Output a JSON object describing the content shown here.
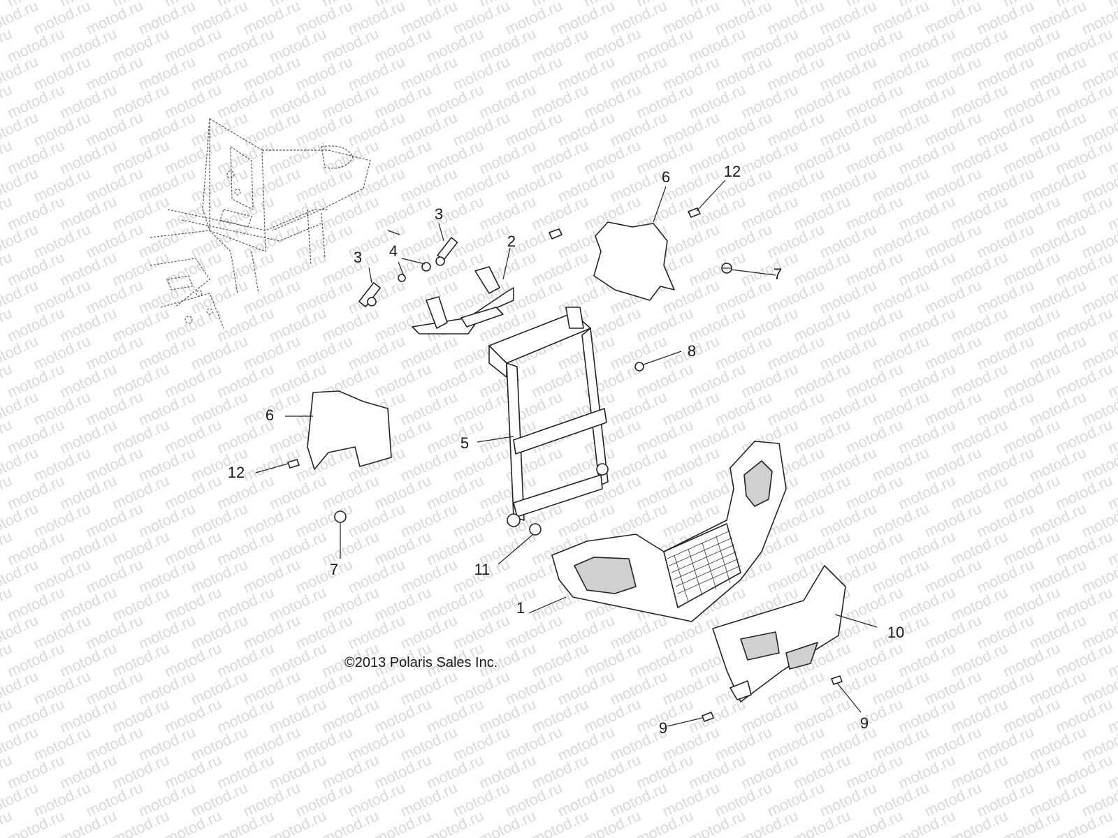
{
  "watermark": {
    "text": "motod.ru",
    "color": "#d9d9d9"
  },
  "copyright": "©2013 Polaris Sales Inc.",
  "callouts": [
    {
      "id": "c1",
      "label": "1"
    },
    {
      "id": "c2",
      "label": "2"
    },
    {
      "id": "c3a",
      "label": "3"
    },
    {
      "id": "c3b",
      "label": "3"
    },
    {
      "id": "c4",
      "label": "4"
    },
    {
      "id": "c5",
      "label": "5"
    },
    {
      "id": "c6a",
      "label": "6"
    },
    {
      "id": "c6b",
      "label": "6"
    },
    {
      "id": "c7a",
      "label": "7"
    },
    {
      "id": "c7b",
      "label": "7"
    },
    {
      "id": "c8",
      "label": "8"
    },
    {
      "id": "c9a",
      "label": "9"
    },
    {
      "id": "c9b",
      "label": "9"
    },
    {
      "id": "c10",
      "label": "10"
    },
    {
      "id": "c11",
      "label": "11"
    },
    {
      "id": "c12a",
      "label": "12"
    },
    {
      "id": "c12b",
      "label": "12"
    }
  ]
}
